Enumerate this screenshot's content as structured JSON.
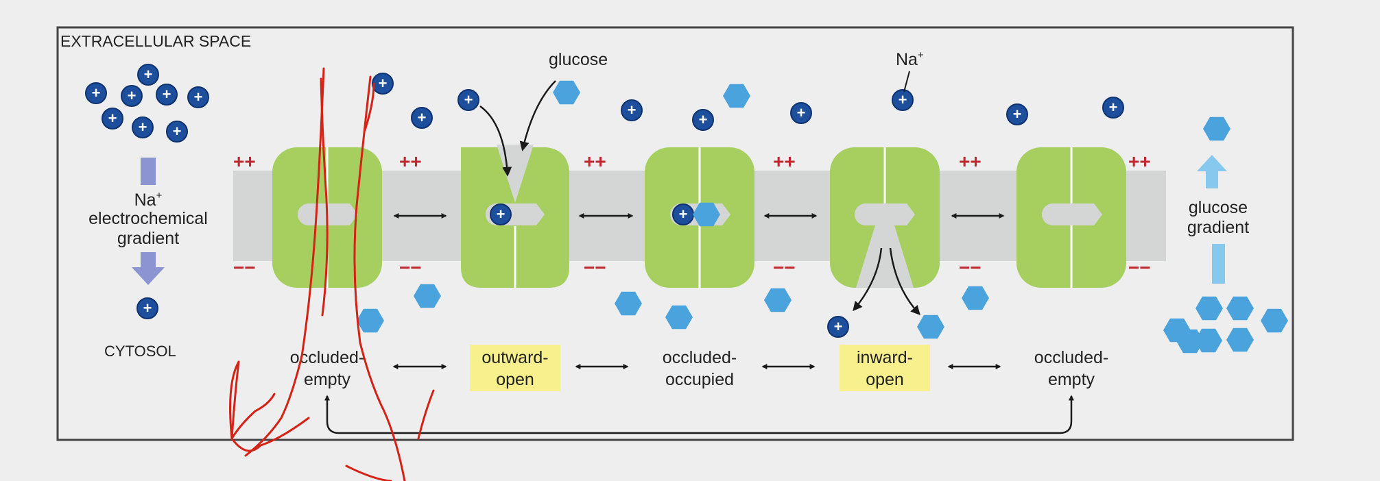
{
  "labels": {
    "extracellular": "EXTRACELLULAR SPACE",
    "cytosol": "CYTOSOL",
    "glucose": "glucose",
    "na_base": "Na",
    "na_sup": "+",
    "na_gradient_line2": "electrochemical",
    "na_gradient_line3": "gradient",
    "glucose_gradient_line1": "glucose",
    "glucose_gradient_line2": "gradient",
    "ion_symbol": "+",
    "plus_pair": "++",
    "minus_pair": "−−"
  },
  "states": [
    {
      "line1": "occluded-",
      "line2": "empty",
      "highlighted": false
    },
    {
      "line1": "outward-",
      "line2": "open",
      "highlighted": true
    },
    {
      "line1": "occluded-",
      "line2": "occupied",
      "highlighted": false
    },
    {
      "line1": "inward-",
      "line2": "open",
      "highlighted": true
    },
    {
      "line1": "occluded-",
      "line2": "empty",
      "highlighted": false
    }
  ],
  "colors": {
    "background": "#eeeeee",
    "panel_border": "#444444",
    "membrane": "#d4d6d6",
    "transporter": "#a6cf60",
    "sodium_ion": "#1d4f9c",
    "glucose": "#4aa3dc",
    "charge": "#c0282f",
    "state_highlight": "#f7f08c",
    "gradient_arrow_na": "#8c95d2",
    "gradient_arrow_glucose": "#86c8ee",
    "annotation_ink": "#d42216"
  }
}
